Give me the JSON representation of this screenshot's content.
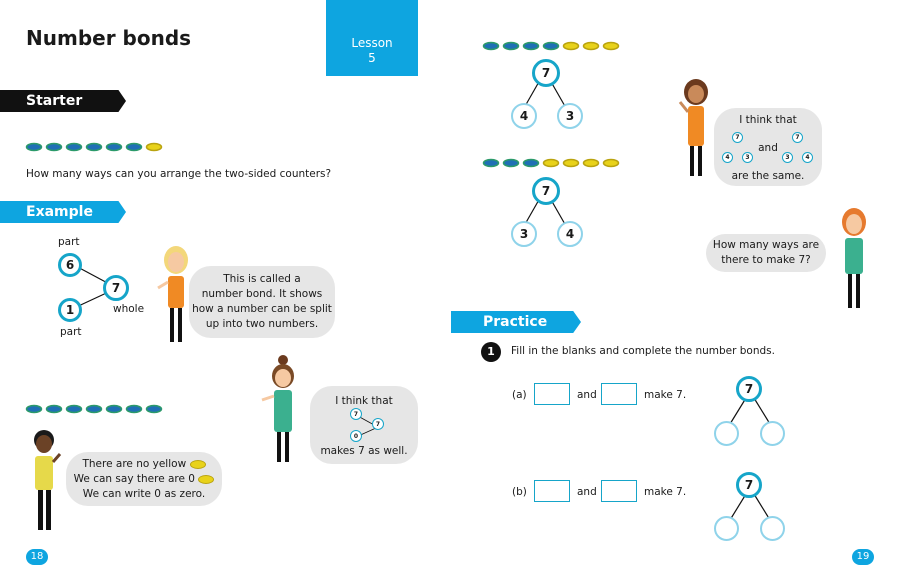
{
  "header": {
    "title": "Number bonds",
    "lesson_label": "Lesson",
    "lesson_number": "5"
  },
  "starter": {
    "banner": "Starter",
    "question": "How many ways can you arrange the two-sided counters?",
    "counters": [
      "blue",
      "blue",
      "blue",
      "blue",
      "blue",
      "blue",
      "yellow"
    ]
  },
  "example": {
    "banner": "Example",
    "diagram": {
      "part_top": "part",
      "part_bottom": "part",
      "whole_label": "whole",
      "part1": "6",
      "part2": "1",
      "whole": "7"
    },
    "bubble1": [
      "This is called a",
      "number bond. It shows",
      "how a number can be split",
      "up into two numbers."
    ],
    "bubble2": {
      "line1": "I think that",
      "line2": "makes 7 as well.",
      "mini": {
        "a": "7",
        "b": "7",
        "c": "0"
      }
    },
    "bubble3": [
      "There are no yellow",
      "We can say there are 0",
      "We can write 0 as zero."
    ],
    "counters": [
      "blue",
      "blue",
      "blue",
      "blue",
      "blue",
      "blue",
      "blue"
    ]
  },
  "right": {
    "row1_counters": [
      "blue",
      "blue",
      "blue",
      "blue",
      "yellow",
      "yellow",
      "yellow"
    ],
    "bond1": {
      "whole": "7",
      "left": "4",
      "right": "3"
    },
    "row2_counters": [
      "blue",
      "blue",
      "blue",
      "yellow",
      "yellow",
      "yellow",
      "yellow"
    ],
    "bond2": {
      "whole": "7",
      "left": "3",
      "right": "4"
    },
    "bubble4": {
      "line1": "I think that",
      "mid": "and",
      "line3": "are the same.",
      "mini1": {
        "w": "7",
        "l": "4",
        "r": "3"
      },
      "mini2": {
        "w": "7",
        "l": "3",
        "r": "4"
      }
    },
    "bubble5": [
      "How many ways are",
      "there to make 7?"
    ]
  },
  "practice": {
    "banner": "Practice",
    "question_number": "1",
    "instruction": "Fill in the blanks and complete the number bonds.",
    "items": [
      {
        "label": "(a)",
        "and": "and",
        "make": "make 7.",
        "whole": "7"
      },
      {
        "label": "(b)",
        "and": "and",
        "make": "make 7.",
        "whole": "7"
      }
    ]
  },
  "footer": {
    "left_page": "18",
    "right_page": "19"
  },
  "colors": {
    "accent": "#0ea5e0",
    "counter_blue": "#1f6fb5",
    "counter_yellow": "#e8d21a"
  }
}
